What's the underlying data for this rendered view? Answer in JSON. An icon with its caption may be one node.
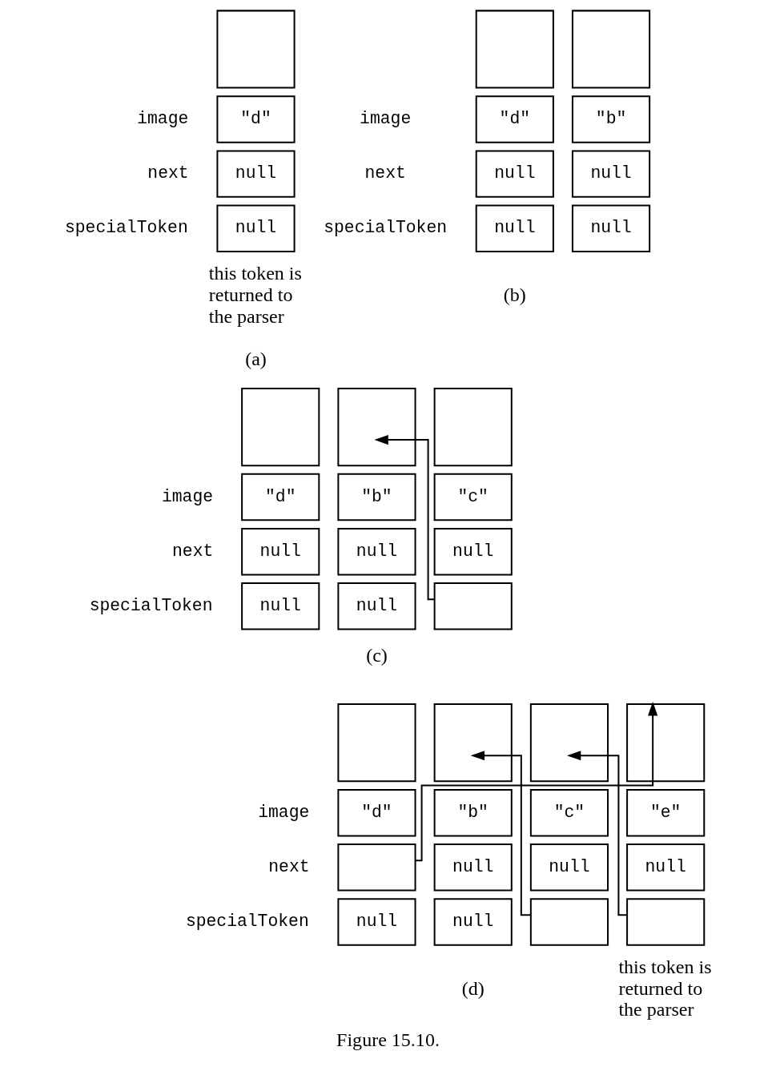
{
  "diagram": {
    "caption": "Figure 15.10.",
    "nodes": [
      {
        "text": [],
        "shape": "box"
      },
      {
        "text": [
          "\"d\""
        ]
      },
      {
        "text": [
          "null"
        ]
      },
      {
        "text": [
          "null"
        ]
      },
      {
        "text": [],
        "shape": "box"
      },
      {
        "text": [
          "\"d\""
        ]
      },
      {
        "text": [
          "null"
        ]
      },
      {
        "text": [
          "null"
        ]
      },
      {
        "text": [],
        "shape": "box"
      },
      {
        "text": [
          "\"b\""
        ]
      },
      {
        "text": [
          "null"
        ]
      },
      {
        "text": [
          "null"
        ]
      },
      {
        "text": [],
        "shape": "box"
      },
      {
        "text": [
          "\"d\""
        ]
      },
      {
        "text": [
          "null"
        ]
      },
      {
        "text": [
          "null"
        ]
      },
      {
        "text": [],
        "shape": "box"
      },
      {
        "text": [
          "\"b\""
        ]
      },
      {
        "text": [
          "null"
        ]
      },
      {
        "text": [
          "null"
        ]
      },
      {
        "text": [],
        "shape": "box"
      },
      {
        "text": [
          "\"c\""
        ]
      },
      {
        "text": [
          "null"
        ]
      },
      {
        "text": [],
        "shape": "box"
      },
      {
        "text": [],
        "shape": "box"
      },
      {
        "text": [
          "\"d\""
        ]
      },
      {
        "text": [],
        "shape": "box"
      },
      {
        "text": [
          "null"
        ]
      },
      {
        "text": [],
        "shape": "box"
      },
      {
        "text": [
          "\"b\""
        ]
      },
      {
        "text": [
          "null"
        ]
      },
      {
        "text": [
          "null"
        ]
      },
      {
        "text": [],
        "shape": "box"
      },
      {
        "text": [
          "\"c\""
        ]
      },
      {
        "text": [
          "null"
        ]
      },
      {
        "text": [],
        "shape": "box"
      },
      {
        "text": [],
        "shape": "box"
      },
      {
        "text": [
          "\"e\""
        ]
      },
      {
        "text": [
          "null"
        ]
      },
      {
        "text": [],
        "shape": "box"
      }
    ],
    "edges": [
      {
        "from": 23,
        "to": 16,
        "arrow": "to"
      },
      {
        "from": 26,
        "to": 36,
        "arrow": "to"
      },
      {
        "from": 35,
        "to": 28,
        "arrow": "to"
      },
      {
        "from": 39,
        "to": 32,
        "arrow": "to"
      }
    ],
    "labels": [
      "image",
      "next",
      "specialToken",
      "this token is returned to the parser",
      "(a)",
      "image",
      "next",
      "specialToken",
      "(b)",
      "image",
      "next",
      "specialToken",
      "(c)",
      "image",
      "next",
      "specialToken",
      "this token is returned to the parser",
      "(d)"
    ]
  }
}
